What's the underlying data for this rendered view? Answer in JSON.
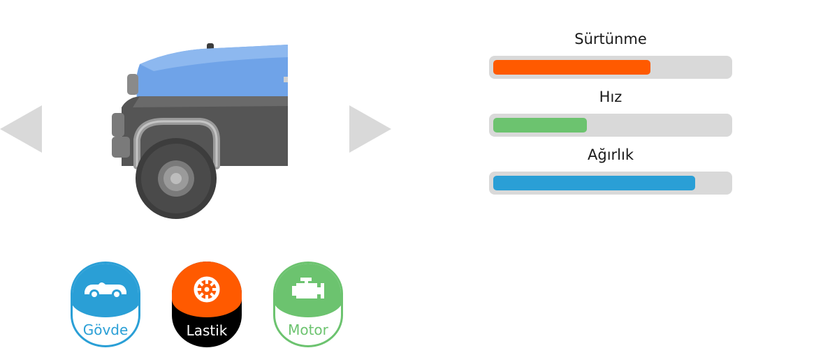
{
  "stats": [
    {
      "label": "Sürtünme",
      "value": 0.67,
      "color": "#ff5a00"
    },
    {
      "label": "Hız",
      "value": 0.4,
      "color": "#6cc36f"
    },
    {
      "label": "Ağırlık",
      "value": 0.86,
      "color": "#2a9fd6"
    }
  ],
  "categories": {
    "govde": {
      "label": "Gövde",
      "icon": "car-body-icon",
      "color": "#2a9fd6"
    },
    "lastik": {
      "label": "Lastik",
      "icon": "tire-icon",
      "color": "#ff5a00",
      "selected": true
    },
    "motor": {
      "label": "Motor",
      "icon": "engine-icon",
      "color": "#6cc36f"
    }
  },
  "navigation": {
    "prev_icon": "triangle-left-icon",
    "next_icon": "triangle-right-icon"
  },
  "car": {
    "body_color": "#6fa3e8"
  }
}
